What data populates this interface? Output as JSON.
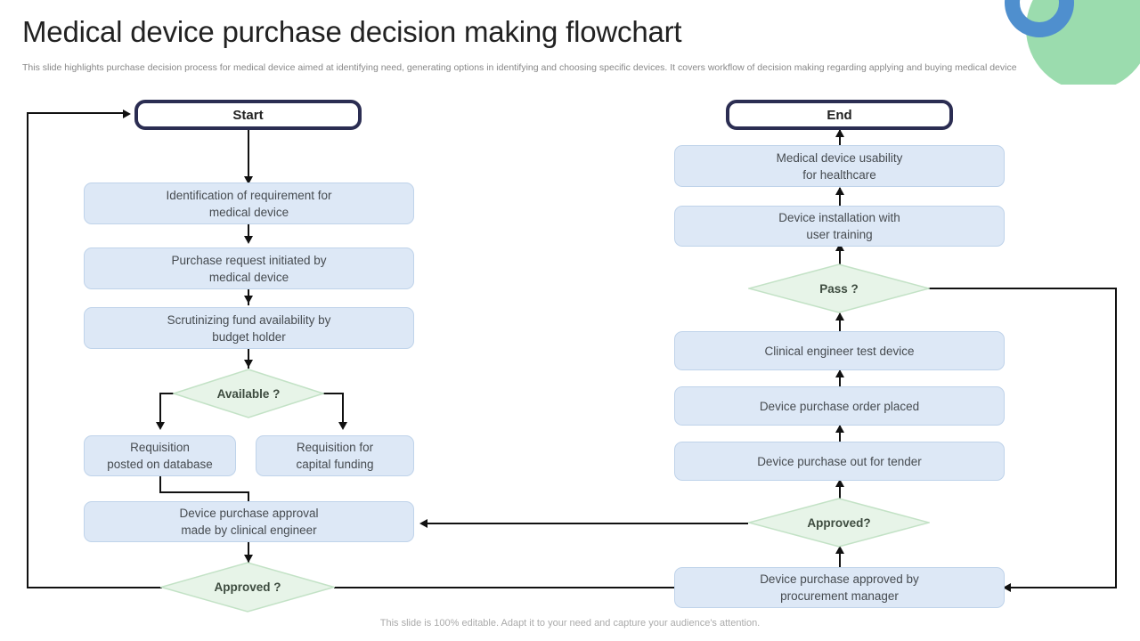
{
  "slide": {
    "title": "Medical device purchase decision making flowchart",
    "subtitle": "This slide highlights purchase decision process for medical device aimed at identifying need, generating options in identifying and choosing specific devices. It covers workflow of decision making regarding applying and buying medical device",
    "footer": "This slide is 100% editable. Adapt it to your need and capture your audience's attention."
  },
  "theme": {
    "process_fill": "#dde8f6",
    "process_border": "#bfd3ea",
    "decision_fill": "#e7f4e8",
    "decision_border": "#c3e2c6",
    "terminal_border": "#2b2d52",
    "connector": "#111111",
    "deco_green": "#9bdcae",
    "deco_blue": "#4f8fce",
    "title_color": "#222222",
    "subtitle_color": "#888888"
  },
  "chart_data": {
    "type": "diagram",
    "diagram_kind": "flowchart",
    "title": "Medical device purchase decision making flowchart",
    "nodes": [
      {
        "id": "start",
        "shape": "terminal",
        "label": "Start"
      },
      {
        "id": "identify",
        "shape": "process",
        "label": "Identification of requirement for\nmedical device"
      },
      {
        "id": "request",
        "shape": "process",
        "label": "Purchase request initiated by\nmedical device"
      },
      {
        "id": "scrutinize",
        "shape": "process",
        "label": "Scrutinizing fund availability by\nbudget holder"
      },
      {
        "id": "available",
        "shape": "decision",
        "label": "Available ?"
      },
      {
        "id": "req_db",
        "shape": "process",
        "label": "Requisition\nposted on database"
      },
      {
        "id": "req_capital",
        "shape": "process",
        "label": "Requisition for\ncapital funding"
      },
      {
        "id": "approval_ce",
        "shape": "process",
        "label": "Device purchase approval\nmade by clinical engineer"
      },
      {
        "id": "approved_1",
        "shape": "decision",
        "label": "Approved ?"
      },
      {
        "id": "approved_pm",
        "shape": "process",
        "label": "Device purchase approved by\nprocurement manager"
      },
      {
        "id": "approved_2",
        "shape": "decision",
        "label": "Approved?"
      },
      {
        "id": "tender",
        "shape": "process",
        "label": "Device purchase out for tender"
      },
      {
        "id": "order",
        "shape": "process",
        "label": "Device purchase order placed"
      },
      {
        "id": "test",
        "shape": "process",
        "label": "Clinical engineer test device"
      },
      {
        "id": "pass",
        "shape": "decision",
        "label": "Pass ?"
      },
      {
        "id": "install",
        "shape": "process",
        "label": "Device installation with\nuser training"
      },
      {
        "id": "usability",
        "shape": "process",
        "label": "Medical device usability\nfor healthcare"
      },
      {
        "id": "end",
        "shape": "terminal",
        "label": "End"
      }
    ],
    "edges": [
      {
        "from": "start",
        "to": "identify"
      },
      {
        "from": "identify",
        "to": "request"
      },
      {
        "from": "request",
        "to": "scrutinize"
      },
      {
        "from": "scrutinize",
        "to": "available"
      },
      {
        "from": "available",
        "to": "req_db"
      },
      {
        "from": "available",
        "to": "req_capital"
      },
      {
        "from": "req_db",
        "to": "approval_ce"
      },
      {
        "from": "approval_ce",
        "to": "approved_1"
      },
      {
        "from": "approved_1",
        "to": "start"
      },
      {
        "from": "approved_1",
        "to": "approved_pm"
      },
      {
        "from": "approved_pm",
        "to": "approved_2"
      },
      {
        "from": "approved_2",
        "to": "approval_ce"
      },
      {
        "from": "approved_2",
        "to": "tender"
      },
      {
        "from": "tender",
        "to": "order"
      },
      {
        "from": "order",
        "to": "test"
      },
      {
        "from": "test",
        "to": "pass"
      },
      {
        "from": "pass",
        "to": "install"
      },
      {
        "from": "pass",
        "to": "approved_pm"
      },
      {
        "from": "install",
        "to": "usability"
      },
      {
        "from": "usability",
        "to": "end"
      }
    ]
  },
  "nodes": {
    "start": {
      "line1": "Start"
    },
    "end": {
      "line1": "End"
    },
    "identify": {
      "line1": "Identification of requirement for",
      "line2": "medical device"
    },
    "request": {
      "line1": "Purchase request initiated by",
      "line2": "medical device"
    },
    "scrutinize": {
      "line1": "Scrutinizing fund availability by",
      "line2": "budget holder"
    },
    "available": {
      "line1": "Available ?"
    },
    "req_db": {
      "line1": "Requisition",
      "line2": "posted on database"
    },
    "req_capital": {
      "line1": "Requisition for",
      "line2": "capital funding"
    },
    "approval_ce": {
      "line1": "Device purchase approval",
      "line2": "made by clinical engineer"
    },
    "approved_1": {
      "line1": "Approved ?"
    },
    "approved_pm": {
      "line1": "Device purchase approved by",
      "line2": "procurement manager"
    },
    "approved_2": {
      "line1": "Approved?"
    },
    "tender": {
      "line1": "Device purchase out for tender"
    },
    "order": {
      "line1": "Device purchase order placed"
    },
    "test": {
      "line1": "Clinical engineer test device"
    },
    "pass": {
      "line1": "Pass ?"
    },
    "install": {
      "line1": "Device installation with",
      "line2": "user training"
    },
    "usability": {
      "line1": "Medical device usability",
      "line2": "for healthcare"
    }
  }
}
